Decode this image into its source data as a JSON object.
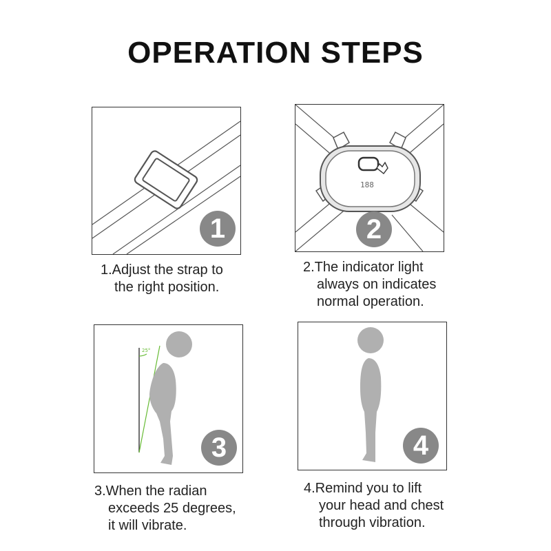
{
  "title": "OPERATION STEPS",
  "steps": [
    {
      "number": "1",
      "caption": [
        "1.Adjust the strap to",
        "the right position."
      ]
    },
    {
      "number": "2",
      "caption": [
        "2.The indicator light",
        "always on indicates",
        "normal operation."
      ],
      "display_text": "188"
    },
    {
      "number": "3",
      "caption": [
        "3.When the radian",
        "exceeds 25 degrees,",
        "it will vibrate."
      ],
      "angle_label": "25°"
    },
    {
      "number": "4",
      "caption": [
        "4.Remind you to lift",
        "your head and chest",
        "through vibration."
      ]
    }
  ],
  "colors": {
    "badge": "#888888",
    "figure": "#b0b0b0",
    "angle": "#66bb33",
    "line": "#333333"
  }
}
